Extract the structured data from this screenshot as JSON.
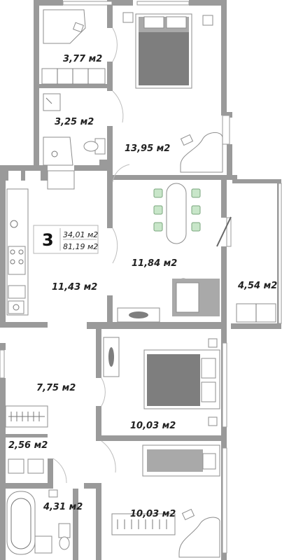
{
  "apartment": {
    "rooms_count": "3",
    "living_area": "34,01 м2",
    "total_area": "81,19 м2"
  },
  "rooms": [
    {
      "id": "wardrobe-top",
      "area": "3,77 м2"
    },
    {
      "id": "bathroom-top",
      "area": "3,25 м2"
    },
    {
      "id": "bedroom-top",
      "area": "13,95 м2"
    },
    {
      "id": "living-room",
      "area": "11,84 м2"
    },
    {
      "id": "kitchen",
      "area": "11,43 м2"
    },
    {
      "id": "balcony",
      "area": "4,54 м2"
    },
    {
      "id": "hallway",
      "area": "7,75 м2"
    },
    {
      "id": "bedroom-middle",
      "area": "10,03 м2"
    },
    {
      "id": "closet",
      "area": "2,56 м2"
    },
    {
      "id": "bathroom-bottom",
      "area": "4,31 м2"
    },
    {
      "id": "bedroom-bottom",
      "area": "10,03 м2"
    }
  ],
  "colors": {
    "wall": "#9a9a9a",
    "furniture_fill": "#ffffff",
    "furniture_stroke": "#8c8c8c",
    "bed_cover": "#7e7e7e",
    "chairs": "#c8e6c9",
    "text": "#222222"
  }
}
